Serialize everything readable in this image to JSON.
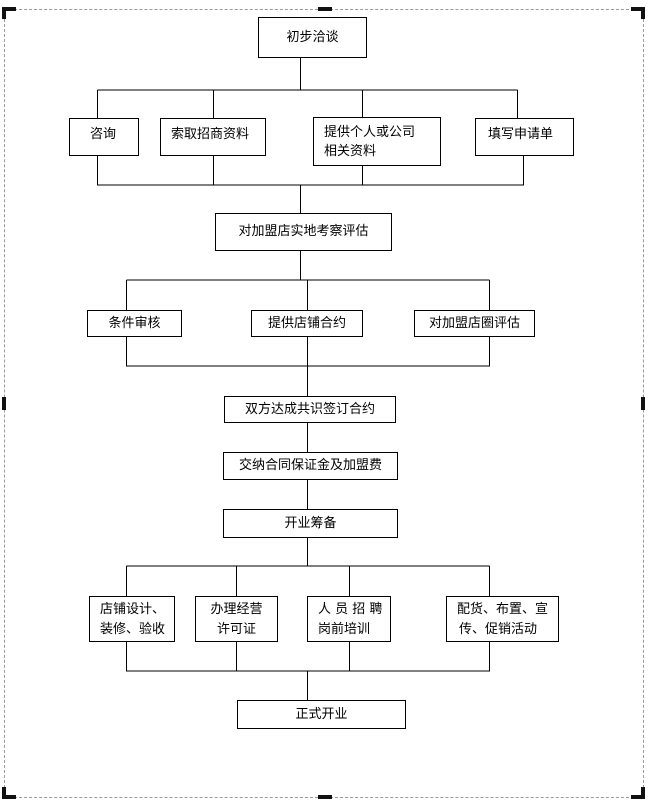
{
  "steps": {
    "initial_talk": "初步洽谈",
    "consult": "咨询",
    "get_materials": "索取招商资料",
    "provide_personal_line1": "提供个人或公司",
    "provide_personal_line2": "相关资料",
    "fill_application": "填写申请单",
    "site_evaluation": "对加盟店实地考察评估",
    "condition_review": "条件审核",
    "provide_lease": "提供店铺合约",
    "area_evaluation": "对加盟店圈评估",
    "sign_contract": "双方达成共识签订合约",
    "pay_fees": "交纳合同保证金及加盟费",
    "prepare_opening": "开业筹备",
    "design_line1": "店铺设计、",
    "design_line2": "装修、验收",
    "permits_line1": "办理经营",
    "permits_line2": "许可证",
    "hiring_line1": "人 员 招 聘",
    "hiring_line2": "岗前培训",
    "supplies_line1": "配货、布置、宣",
    "supplies_line2": "传、促销活动",
    "grand_opening": "正式开业"
  },
  "colors": {
    "line": "#000000",
    "border": "#000000",
    "frame": "#9a9a9a"
  }
}
